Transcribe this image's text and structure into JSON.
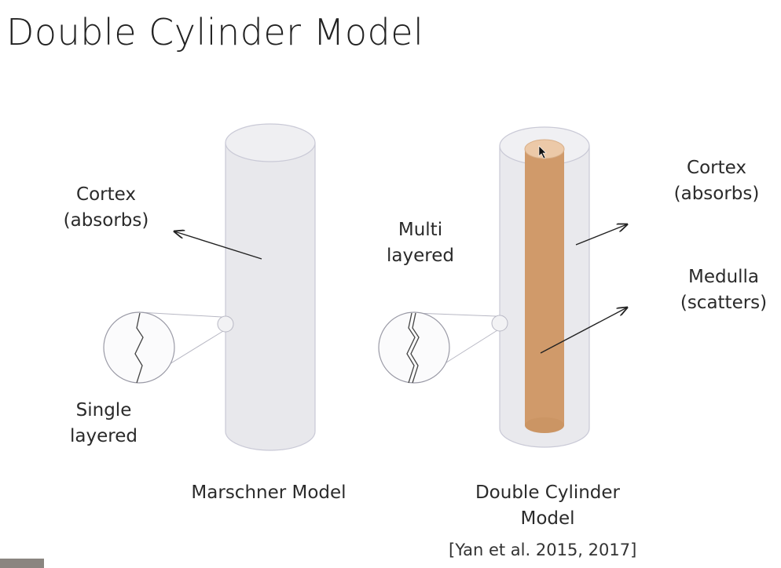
{
  "slide": {
    "title": "Double Cylinder Model"
  },
  "left_model": {
    "cortex_line1": "Cortex",
    "cortex_line2": "(absorbs)",
    "single_line1": "Single",
    "single_line2": "layered",
    "caption": "Marschner Model"
  },
  "right_model": {
    "multi_line1": "Multi",
    "multi_line2": "layered",
    "cortex_line1": "Cortex",
    "cortex_line2": "(absorbs)",
    "medulla_line1": "Medulla",
    "medulla_line2": "(scatters)",
    "caption_line1": "Double Cylinder",
    "caption_line2": "Model",
    "citation": "[Yan et al. 2015, 2017]"
  },
  "colors": {
    "cylinder_fill": "#e8e8ec",
    "cylinder_stroke": "#c9c9d6",
    "medulla_fill": "#d09a6a",
    "medulla_top": "#ecc9a8",
    "arrow": "#222222"
  }
}
